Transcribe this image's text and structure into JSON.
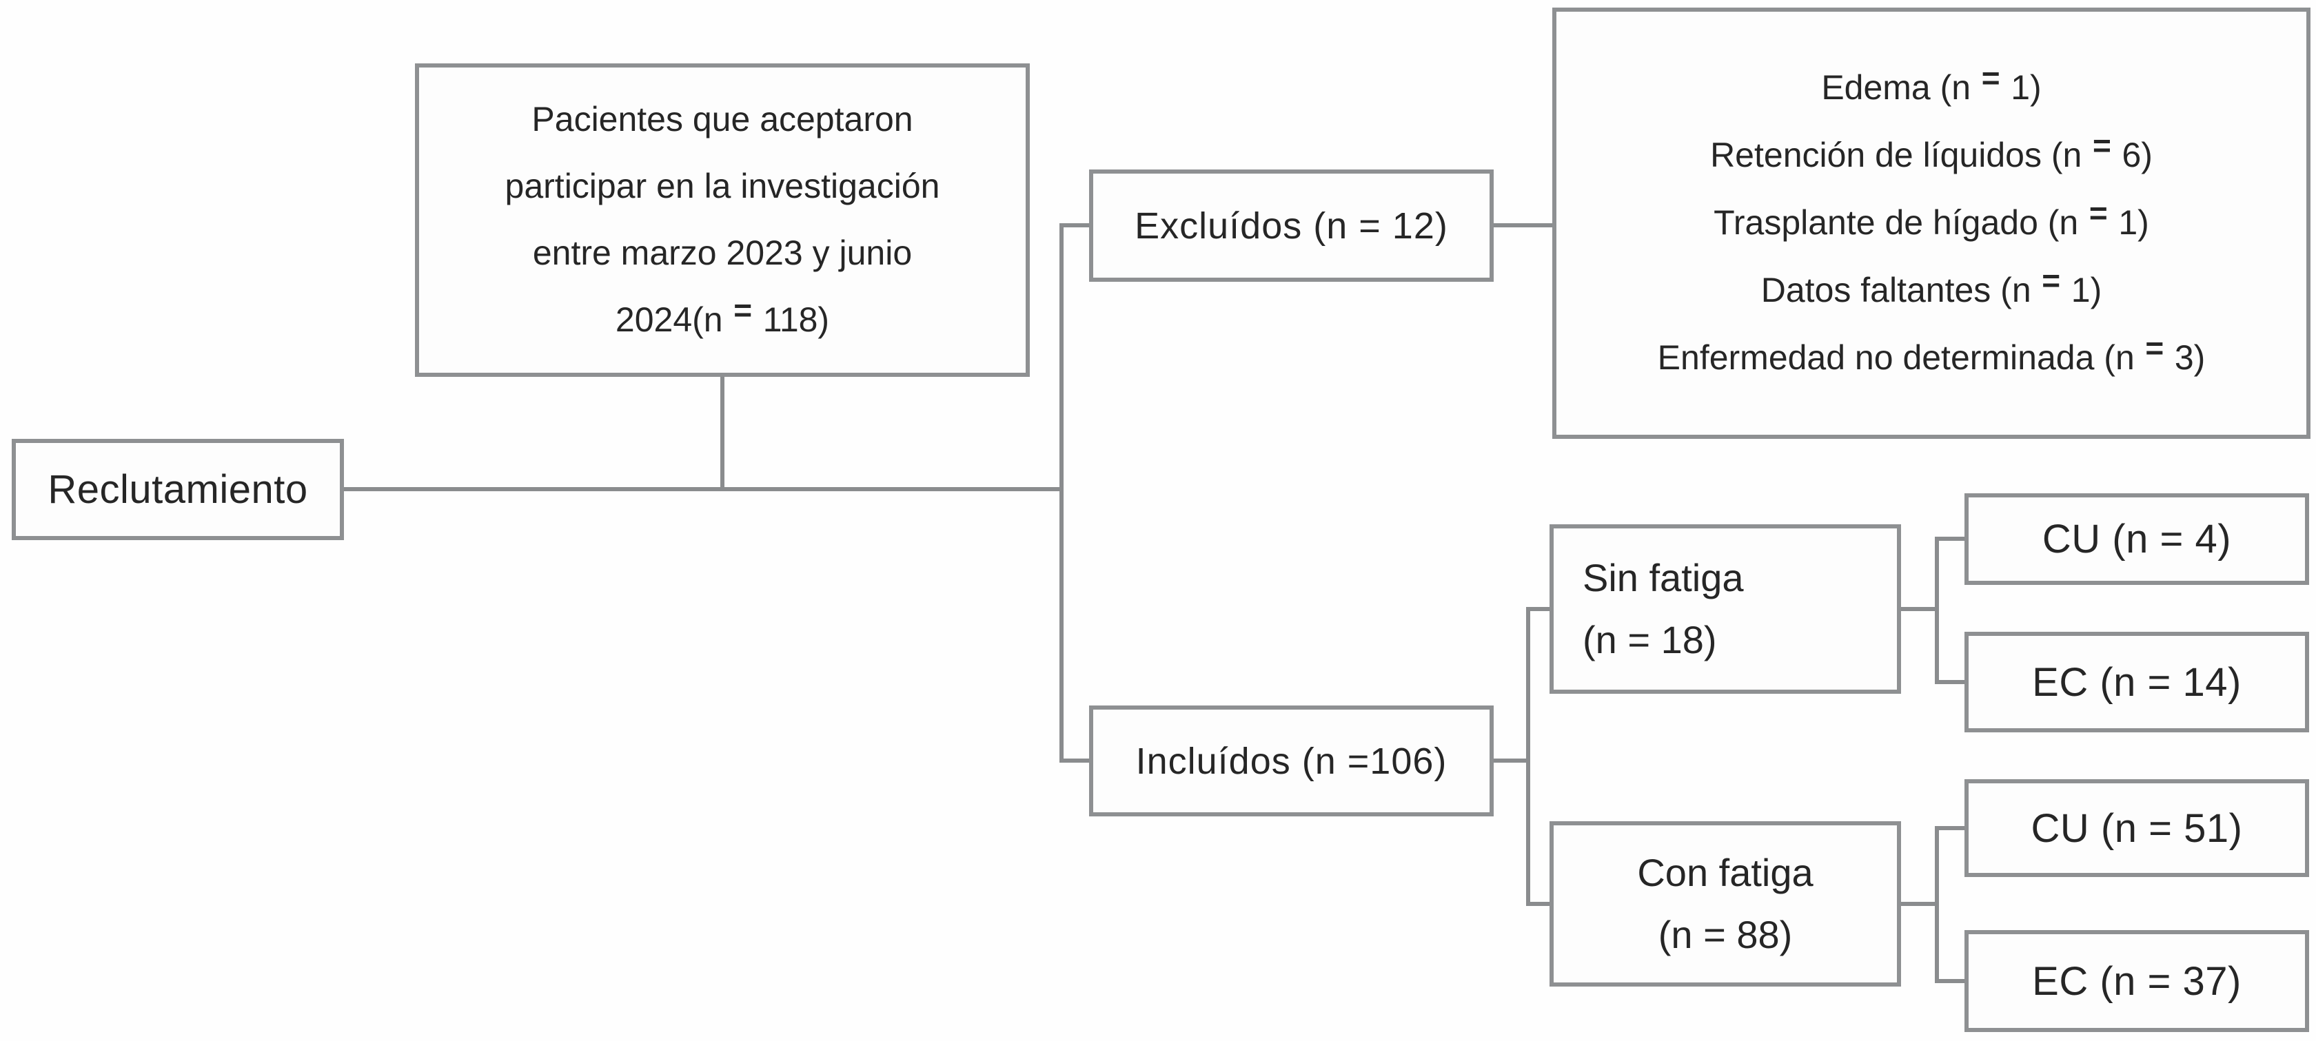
{
  "figure": {
    "type": "recruitment-flowchart",
    "language": "es"
  },
  "colors": {
    "box_border": "#8e9092",
    "connector": "#8a8c8e",
    "text": "#262626",
    "background": "#fefefe"
  },
  "nodes": {
    "recruitment": {
      "label": "Reclutamiento"
    },
    "population": {
      "line1": "Pacientes que aceptaron",
      "line2": "participar en la investigación",
      "line3": "entre marzo 2023 y junio",
      "line4": {
        "text": "2024(n = 118)",
        "pre": "2024(n",
        "eq": "=",
        "post": "118)"
      }
    },
    "excluded": {
      "label": "Excluídos (n = 12)"
    },
    "exclusion_reasons": {
      "items": [
        {
          "text": "Edema (n = 1)",
          "pre": "Edema (n",
          "eq": "=",
          "post": "1)"
        },
        {
          "text": "Retención de líquidos (n = 6)",
          "pre": "Retención de líquidos (n",
          "eq": "=",
          "post": "6)"
        },
        {
          "text": "Trasplante de hígado (n = 1)",
          "pre": "Trasplante de hígado (n",
          "eq": "=",
          "post": "1)"
        },
        {
          "text": "Datos faltantes (n = 1)",
          "pre": "Datos faltantes (n",
          "eq": "=",
          "post": "1)"
        },
        {
          "text": "Enfermedad no determinada (n = 3)",
          "pre": "Enfermedad no determinada (n",
          "eq": "=",
          "post": "3)"
        }
      ]
    },
    "included": {
      "label": "Incluídos (n =106)"
    },
    "no_fatigue": {
      "line1": "Sin fatiga",
      "line2": "(n = 18)"
    },
    "with_fatigue": {
      "line1": "Con fatiga",
      "line2": "(n = 88)"
    },
    "no_fatigue_cu": {
      "label": "CU (n = 4)"
    },
    "no_fatigue_ec": {
      "label": "EC (n = 14)"
    },
    "with_fatigue_cu": {
      "label": "CU (n = 51)"
    },
    "with_fatigue_ec": {
      "label": "EC (n = 37)"
    }
  }
}
